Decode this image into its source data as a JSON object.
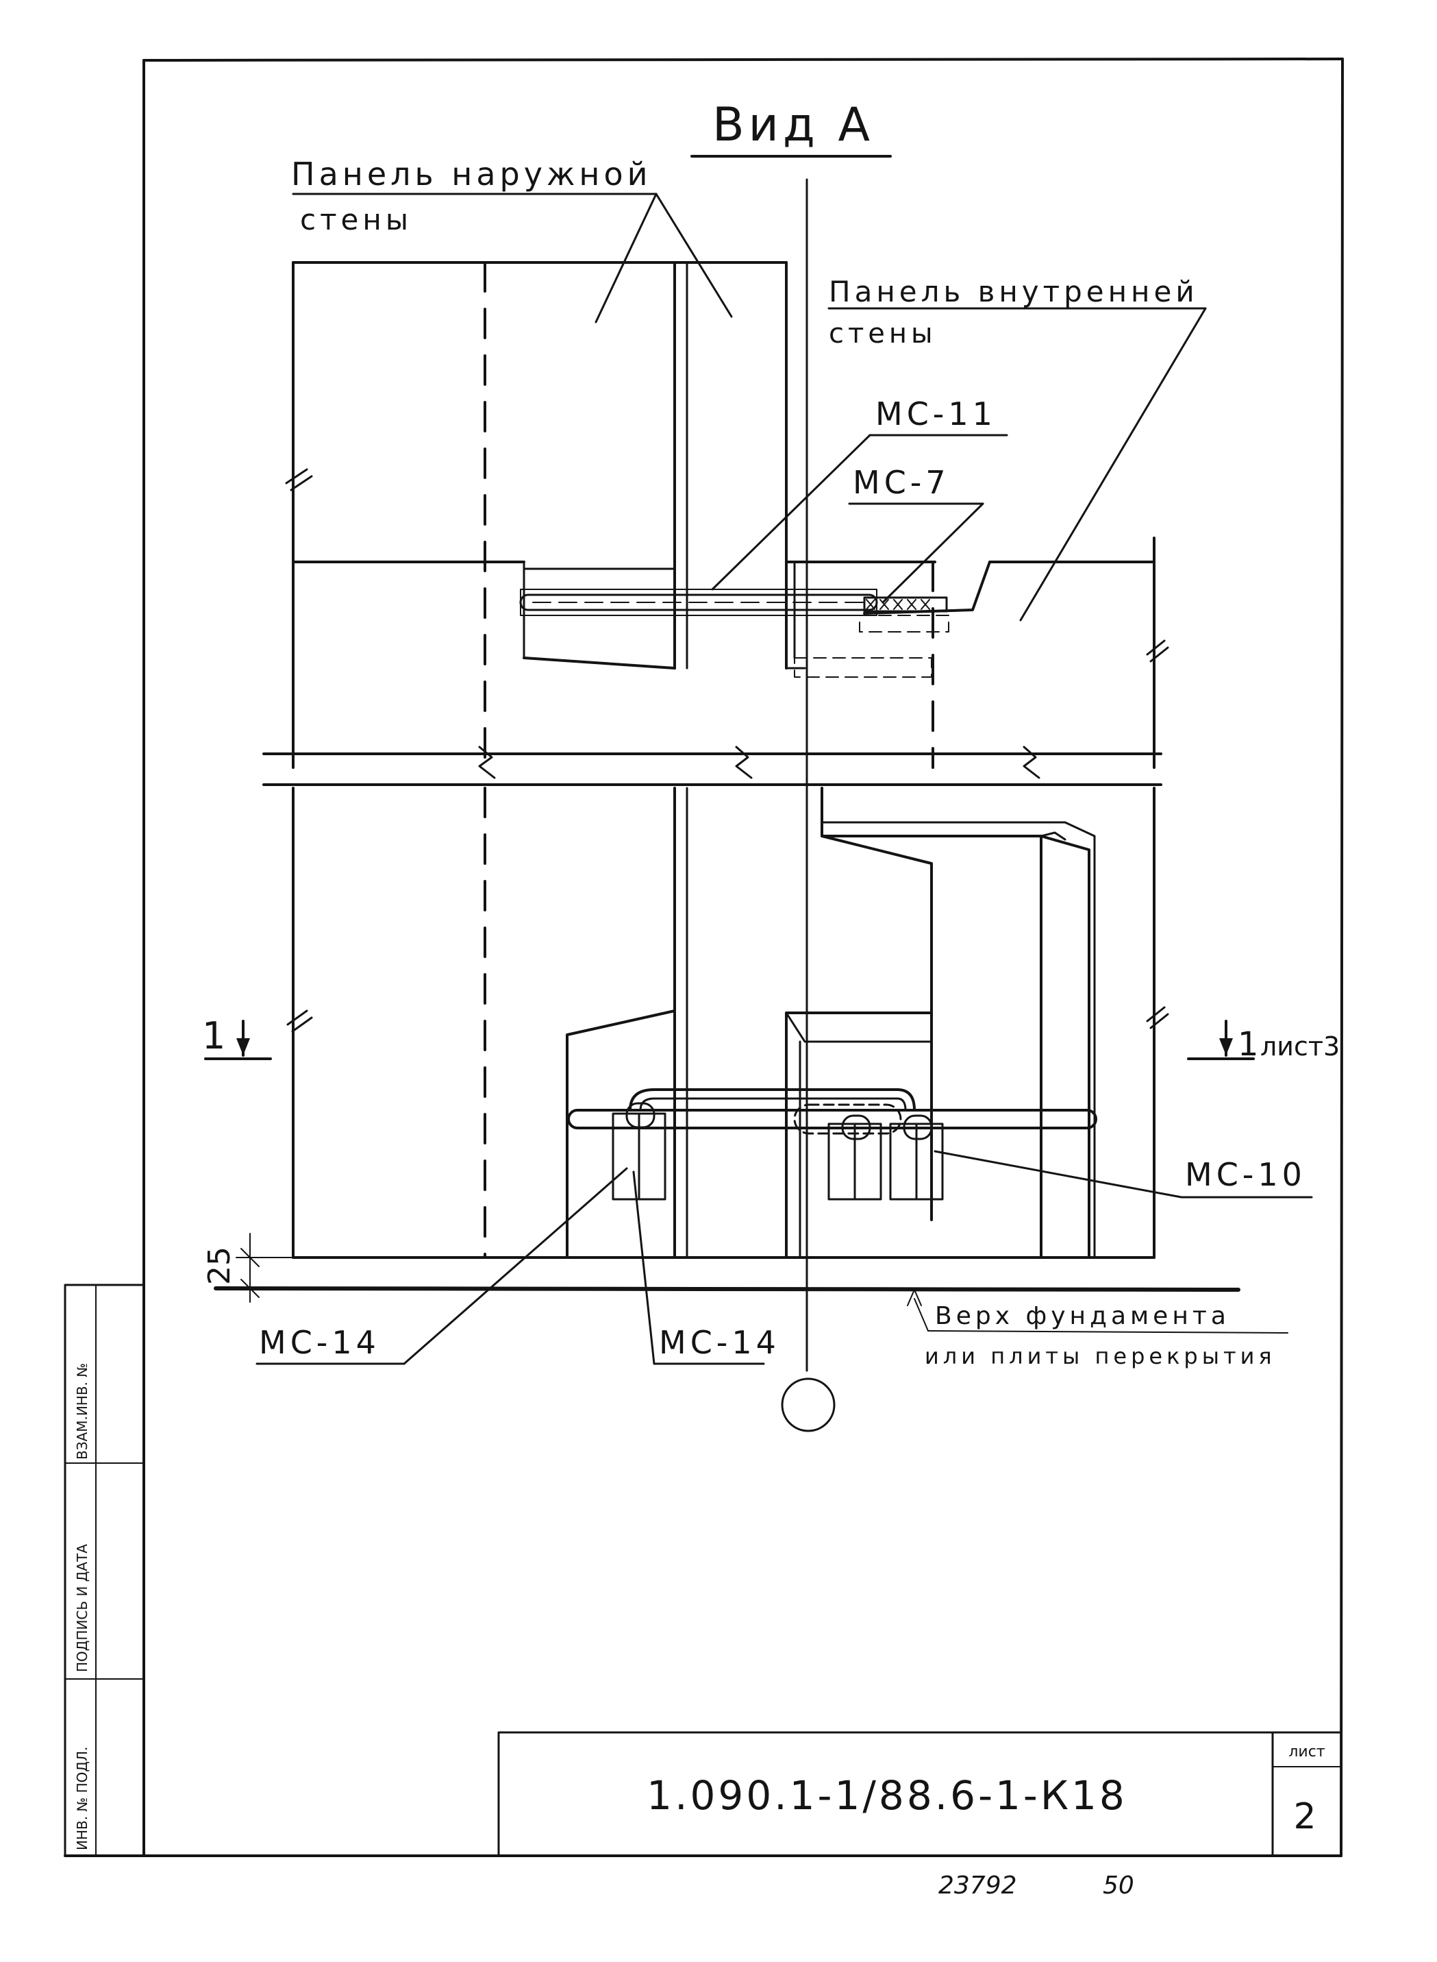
{
  "view_title": "Вид А",
  "labels": {
    "outer_wall_panel_l1": "Панель наружной",
    "outer_wall_panel_l2": "стены",
    "inner_wall_panel_l1": "Панель внутренней",
    "inner_wall_panel_l2": "стены",
    "mc11": "МС-11",
    "mc7": "МС-7",
    "mc10": "МС-10",
    "mc14_left": "МС-14",
    "mc14_right": "МС-14",
    "foundation_l1": "Верх фундамента",
    "foundation_l2": "или плиты перекрытия",
    "dim_25": "25",
    "section_left": "1",
    "section_right": "1",
    "section_right_ref": "лист3"
  },
  "side_stamp": {
    "col1": "ВЗАМ.ИНВ. №",
    "col2": "ПОДПИСЬ И ДАТА",
    "col3": "ИНВ. № ПОДЛ."
  },
  "title_block": {
    "designation": "1.090.1-1/88.6-1-К18",
    "sheet_label": "лист",
    "sheet_number": "2"
  },
  "footer": {
    "archive_number": "23792",
    "page": "50"
  }
}
